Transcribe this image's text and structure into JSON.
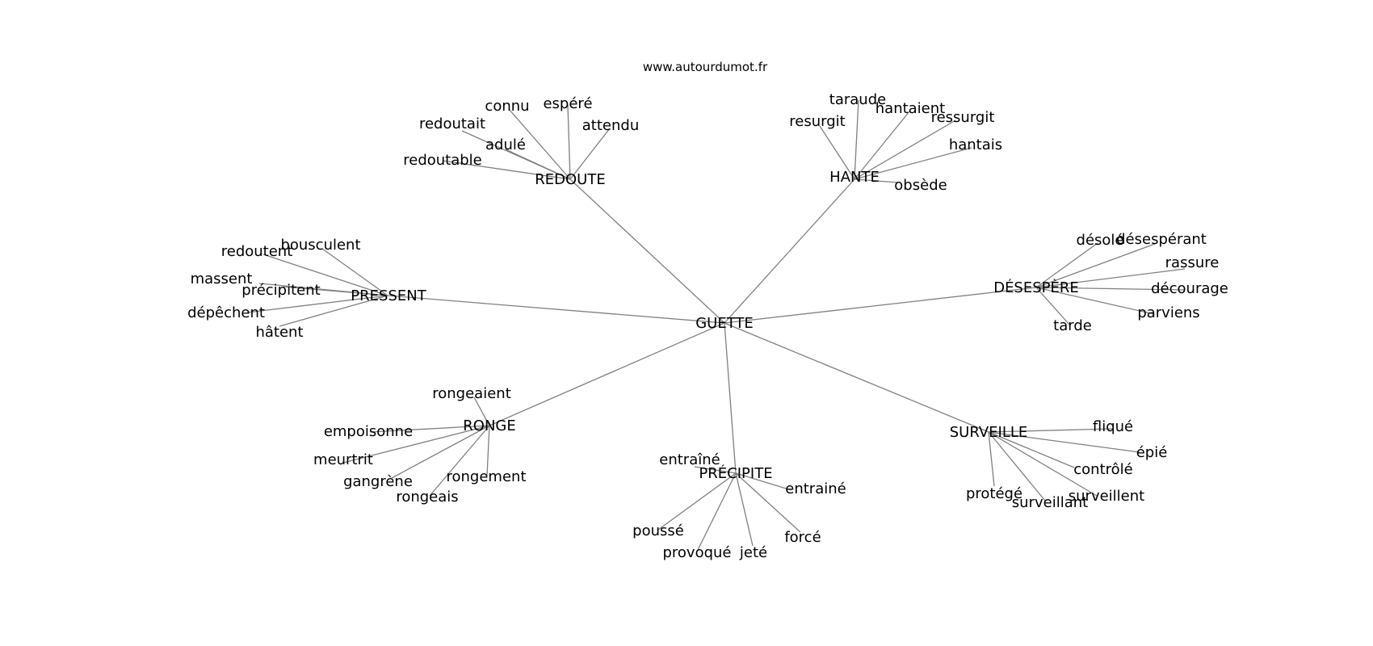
{
  "site": "www.autourdumot.fr",
  "center": "GUETTE",
  "clusters": [
    {
      "label": "REDOUTE",
      "words": [
        "redoutable",
        "redoutait",
        "adulé",
        "connu",
        "espéré",
        "attendu"
      ]
    },
    {
      "label": "HANTE",
      "words": [
        "resurgit",
        "taraude",
        "hantaient",
        "ressurgit",
        "hantais",
        "obsède"
      ]
    },
    {
      "label": "PRESSENT",
      "words": [
        "bousculent",
        "redoutent",
        "massent",
        "précipitent",
        "dépêchent",
        "hâtent"
      ]
    },
    {
      "label": "DÉSESPÈRE",
      "words": [
        "désolé",
        "désespérant",
        "rassure",
        "décourage",
        "parviens",
        "tarde"
      ]
    },
    {
      "label": "RONGE",
      "words": [
        "rongeaient",
        "empoisonne",
        "meurtrit",
        "gangrène",
        "rongeais",
        "rongement"
      ]
    },
    {
      "label": "PRÉCIPITE",
      "words": [
        "entraîné",
        "entrainé",
        "poussé",
        "provoqué",
        "jeté",
        "forcé"
      ]
    },
    {
      "label": "SURVEILLE",
      "words": [
        "fliqué",
        "épié",
        "contrôlé",
        "surveillent",
        "surveillant",
        "protégé"
      ]
    }
  ]
}
